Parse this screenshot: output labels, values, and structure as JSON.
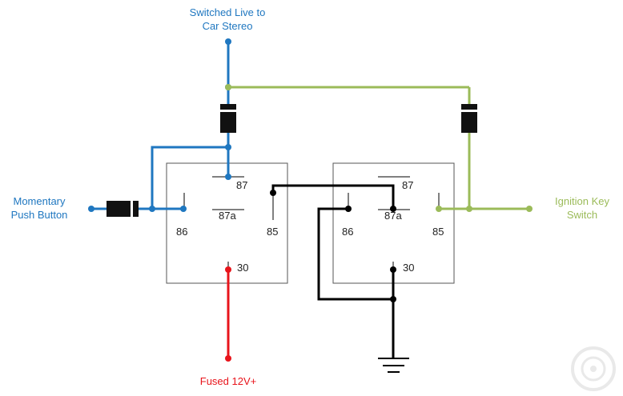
{
  "colors": {
    "blue": "#1f77c0",
    "green": "#9bbb59",
    "red": "#e8141b",
    "black": "#000000",
    "box": "#555555"
  },
  "labels": {
    "switched_live": [
      "Switched Live to",
      "Car Stereo"
    ],
    "momentary": [
      "Momentary",
      "Push Button"
    ],
    "ignition": [
      "Ignition Key",
      "Switch"
    ],
    "fused": "Fused 12V+"
  },
  "relay1": {
    "pin87": "87",
    "pin87a": "87a",
    "pin86": "86",
    "pin85": "85",
    "pin30": "30"
  },
  "relay2": {
    "pin87": "87",
    "pin87a": "87a",
    "pin86": "86",
    "pin85": "85",
    "pin30": "30"
  },
  "icons": {
    "ground": "ground-icon",
    "diode": "diode-icon",
    "watermark": "watermark-logo"
  }
}
